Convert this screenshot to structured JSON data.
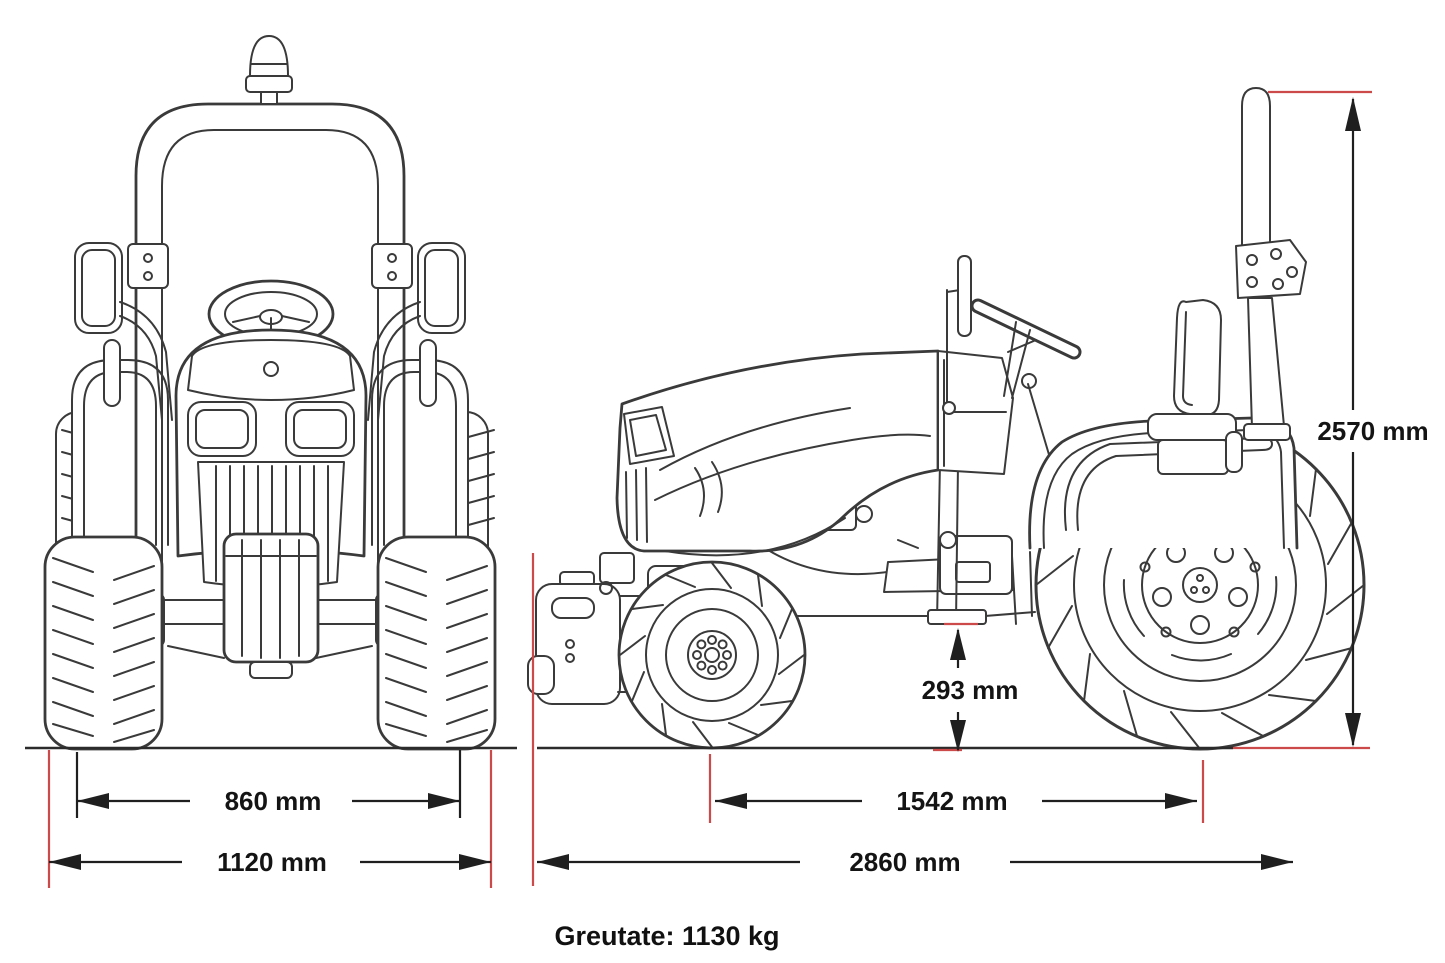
{
  "diagram_type": "tractor-dimensional-drawing",
  "dimensions": {
    "front_track": {
      "label": "860 mm",
      "value_mm": 860
    },
    "overall_width": {
      "label": "1120 mm",
      "value_mm": 1120
    },
    "wheelbase": {
      "label": "1542 mm",
      "value_mm": 1542
    },
    "overall_length": {
      "label": "2860 mm",
      "value_mm": 2860
    },
    "overall_height": {
      "label": "2570 mm",
      "value_mm": 2570
    },
    "ground_clearance": {
      "label": "293 mm",
      "value_mm": 293
    }
  },
  "weight": {
    "label": "Greutate: 1130 kg",
    "value_kg": 1130
  },
  "colors": {
    "drawing_line": "#3a3a3a",
    "dimension_line": "#1f1f1f",
    "extension_red": "#cd4a4a",
    "label_text": "#141414",
    "background": "#ffffff"
  }
}
